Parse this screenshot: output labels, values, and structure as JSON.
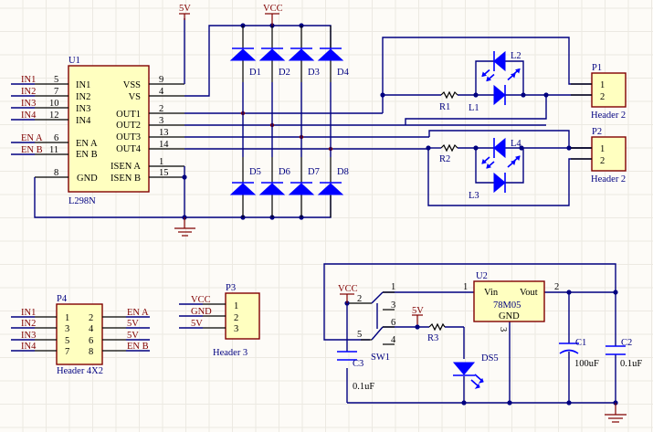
{
  "diagram": {
    "type": "schematic",
    "colors": {
      "wire": "#000080",
      "power": "#800000",
      "component_fill": "#ffffc0",
      "diode": "#0000ff",
      "background": "#fdfbf7"
    },
    "power_ports": {
      "p5v_top": "5V",
      "vcc_top": "VCC",
      "vcc_sw": "VCC",
      "p5v_r3": "5V"
    },
    "u1": {
      "designator": "U1",
      "part": "L298N",
      "left_pins": [
        {
          "name": "IN1",
          "num": "5",
          "net": "IN1"
        },
        {
          "name": "IN2",
          "num": "7",
          "net": "IN2"
        },
        {
          "name": "IN3",
          "num": "10",
          "net": "IN3"
        },
        {
          "name": "IN4",
          "num": "12",
          "net": "IN4"
        },
        {
          "name": "EN A",
          "num": "6",
          "net": "EN A"
        },
        {
          "name": "EN B",
          "num": "11",
          "net": "EN B"
        },
        {
          "name": "GND",
          "num": "8"
        }
      ],
      "right_pins": [
        {
          "name": "VSS",
          "num": "9"
        },
        {
          "name": "VS",
          "num": "4"
        },
        {
          "name": "OUT1",
          "num": "2"
        },
        {
          "name": "OUT2",
          "num": "3"
        },
        {
          "name": "OUT3",
          "num": "13"
        },
        {
          "name": "OUT4",
          "num": "14"
        },
        {
          "name": "ISEN A",
          "num": "1"
        },
        {
          "name": "ISEN B",
          "num": "15"
        }
      ]
    },
    "diodes_top": [
      "D1",
      "D2",
      "D3",
      "D4"
    ],
    "diodes_bottom": [
      "D5",
      "D6",
      "D7",
      "D8"
    ],
    "resistors": {
      "r1": "R1",
      "r2": "R2",
      "r3": "R3"
    },
    "leds": {
      "l1": "L1",
      "l2": "L2",
      "l3": "L3",
      "l4": "L4",
      "ds5": "DS5"
    },
    "p1": {
      "designator": "P1",
      "part": "Header 2",
      "pins": [
        "1",
        "2"
      ]
    },
    "p2": {
      "designator": "P2",
      "part": "Header 2",
      "pins": [
        "1",
        "2"
      ]
    },
    "p3": {
      "designator": "P3",
      "part": "Header 3",
      "pins": [
        "1",
        "2",
        "3"
      ],
      "nets": [
        "VCC",
        "GND",
        "5V"
      ]
    },
    "p4": {
      "designator": "P4",
      "part": "Header 4X2",
      "left_pins": [
        "1",
        "3",
        "5",
        "7"
      ],
      "right_pins": [
        "2",
        "4",
        "6",
        "8"
      ],
      "left_nets": [
        "IN1",
        "IN2",
        "IN3",
        "IN4"
      ],
      "right_nets": [
        "EN A",
        "5V",
        "5V",
        "EN B"
      ]
    },
    "u2": {
      "designator": "U2",
      "part": "78M05",
      "pins": {
        "vin": "Vin",
        "vout": "Vout",
        "gnd": "GND",
        "vin_num": "1",
        "vout_num": "2",
        "gnd_num": "3"
      }
    },
    "sw1": {
      "designator": "SW1",
      "pins": [
        "1",
        "2",
        "3",
        "5",
        "6",
        "4"
      ]
    },
    "capacitors": [
      {
        "designator": "C1",
        "value": "100uF"
      },
      {
        "designator": "C2",
        "value": "0.1uF"
      },
      {
        "designator": "C3",
        "value": "0.1uF"
      }
    ]
  }
}
